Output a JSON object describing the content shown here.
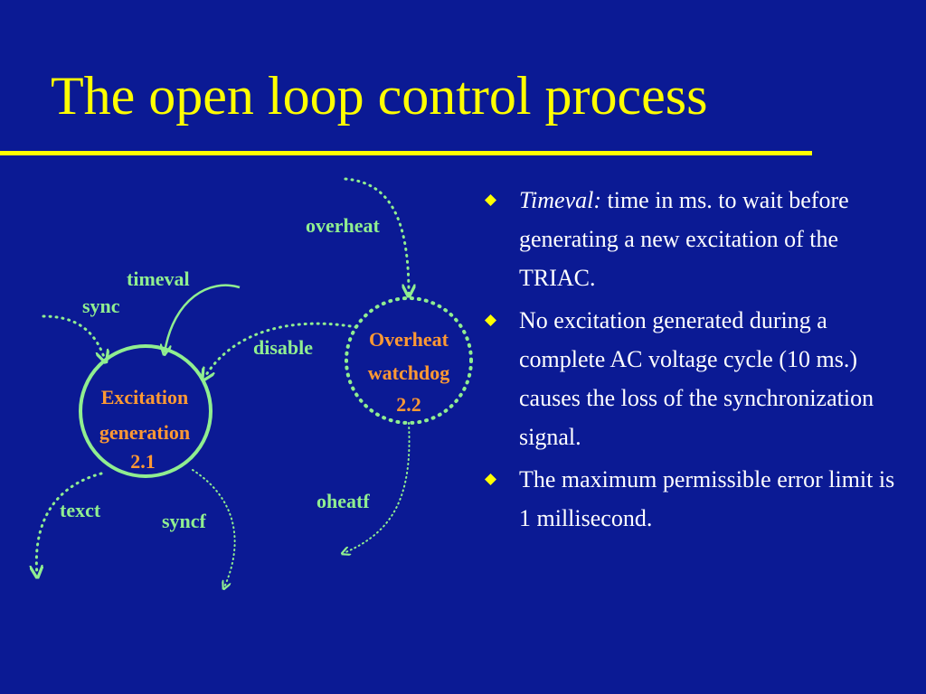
{
  "title": "The open loop control process",
  "diagram": {
    "labels": {
      "overheat": "overheat",
      "timeval": "timeval",
      "sync": "sync",
      "disable": "disable",
      "texct": "texct",
      "syncf": "syncf",
      "oheatf": "oheatf"
    },
    "nodes": {
      "excitation": {
        "line1": "Excitation",
        "line2": "generation",
        "line3": "2.1"
      },
      "watchdog": {
        "line1": "Overheat",
        "line2": "watchdog",
        "line3": "2.2"
      }
    }
  },
  "bullets": [
    {
      "lead": "Timeval:",
      "text": " time in ms. to wait before generating a new excitation of the TRIAC."
    },
    {
      "lead": "",
      "text": "No excitation generated during a complete AC voltage cycle (10 ms.) causes the loss of the synchronization signal."
    },
    {
      "lead": "",
      "text": "The maximum permissible error limit is 1 millisecond."
    }
  ],
  "colors": {
    "background": "#0b1a94",
    "title": "#ffff00",
    "rule": "#ffff00",
    "diagram_lines": "#90ee90",
    "flow_labels": "#90ee90",
    "node_text": "#ff9933",
    "bullet_text": "#ffffff",
    "bullet_marker": "#ffff00"
  }
}
